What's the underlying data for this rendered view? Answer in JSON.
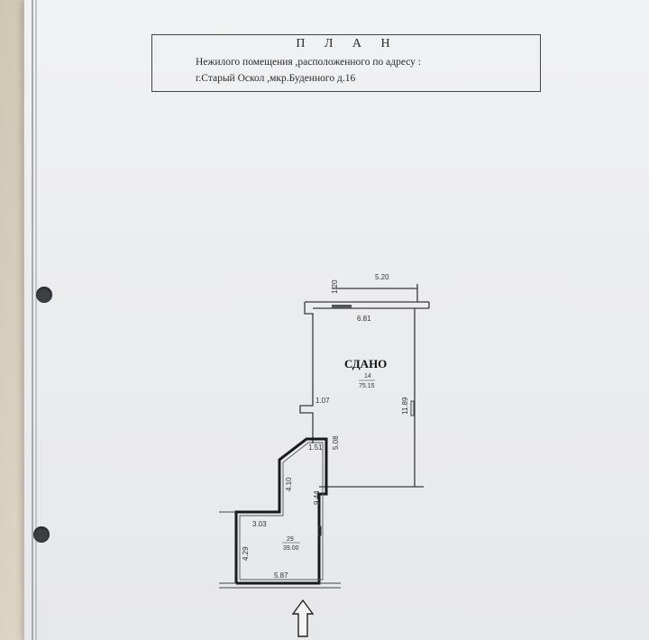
{
  "document": {
    "title": "П Л А Н",
    "subtitle_line1": "Нежилого помещения ,расположенного по адресу :",
    "subtitle_line2": "г.Старый Оскол ,мкр.Буденного д.16"
  },
  "plan": {
    "status_label": "СДАНО",
    "rooms": [
      {
        "number": "14",
        "area": "75.15"
      },
      {
        "number": "29",
        "area": "39.00"
      }
    ],
    "dimensions": {
      "d_1_20": "1.20",
      "d_5_20": "5.20",
      "d_6_81": "6.81",
      "d_11_89": "11.89",
      "d_1_07": "1.07",
      "d_5_08": "5.08",
      "d_1_51": "1.51",
      "d_4_10": "4.10",
      "d_9_44": "9.44",
      "d_3_03": "3.03",
      "d_4_29": "4.29",
      "d_5_87": "5.87"
    },
    "entrance_icon": "arrow-up-icon"
  },
  "colors": {
    "paper": "#ecedef",
    "ink": "#2a2a2a",
    "thick_wall": "#1a1a1a"
  }
}
